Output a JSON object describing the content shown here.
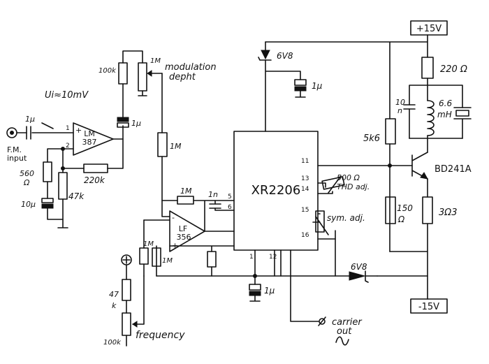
{
  "supply": {
    "positive": "+15V",
    "negative": "-15V"
  },
  "ics": {
    "lm387": {
      "line1": "LM",
      "line2": "387"
    },
    "lf356": {
      "line1": "LF",
      "line2": "356"
    },
    "xr2206": {
      "name": "XR2206"
    }
  },
  "pins": {
    "lm_in_plus": "+",
    "lm_pin1": "1",
    "lm_pin2": "2",
    "lf_plus": "+",
    "lf_minus": "-",
    "p5": "5",
    "p6": "6",
    "p1": "1",
    "p12": "12",
    "p11": "11",
    "p13": "13",
    "p14": "14",
    "p15": "15",
    "p16": "16"
  },
  "labels": {
    "vi": "Ui≈10mV",
    "input_line1": "F.M.",
    "input_line2": "input",
    "c_in": "1µ",
    "r560_a": "560",
    "r560_b": "Ω",
    "c10u": "10µ",
    "r47k": "47k",
    "r220k": "220k",
    "r100k_top": "100k",
    "pot1m_top": "1M",
    "mod_line1": "modulation",
    "mod_line2": "depht",
    "c1u_lm": "1µ",
    "r1m_vert": "1M",
    "r1m_fb": "1M",
    "c1n_a": "1n",
    "r1m_a": "1M",
    "r1m_b": "1M",
    "r47k_a": "47",
    "r47k_b": "k",
    "pot100k": "100k",
    "freq": "frequency",
    "zener_top": "6V8",
    "c1u_zener": "1µ",
    "c1u_bottom": "1µ",
    "zener_bottom": "6V8",
    "carrier_line1": "carrier",
    "carrier_line2": "out",
    "thd_line1": "500 Ω",
    "thd_line2": "THD adj.",
    "sym": "sym. adj.",
    "r5k6": "5k6",
    "r220": "220 Ω",
    "c10n_a": "10",
    "c10n_b": "n",
    "l_a": "6.6",
    "l_b": "mH",
    "r150_a": "150",
    "r150_b": "Ω",
    "r3r3": "3Ω3",
    "transistor": "BD241A"
  }
}
